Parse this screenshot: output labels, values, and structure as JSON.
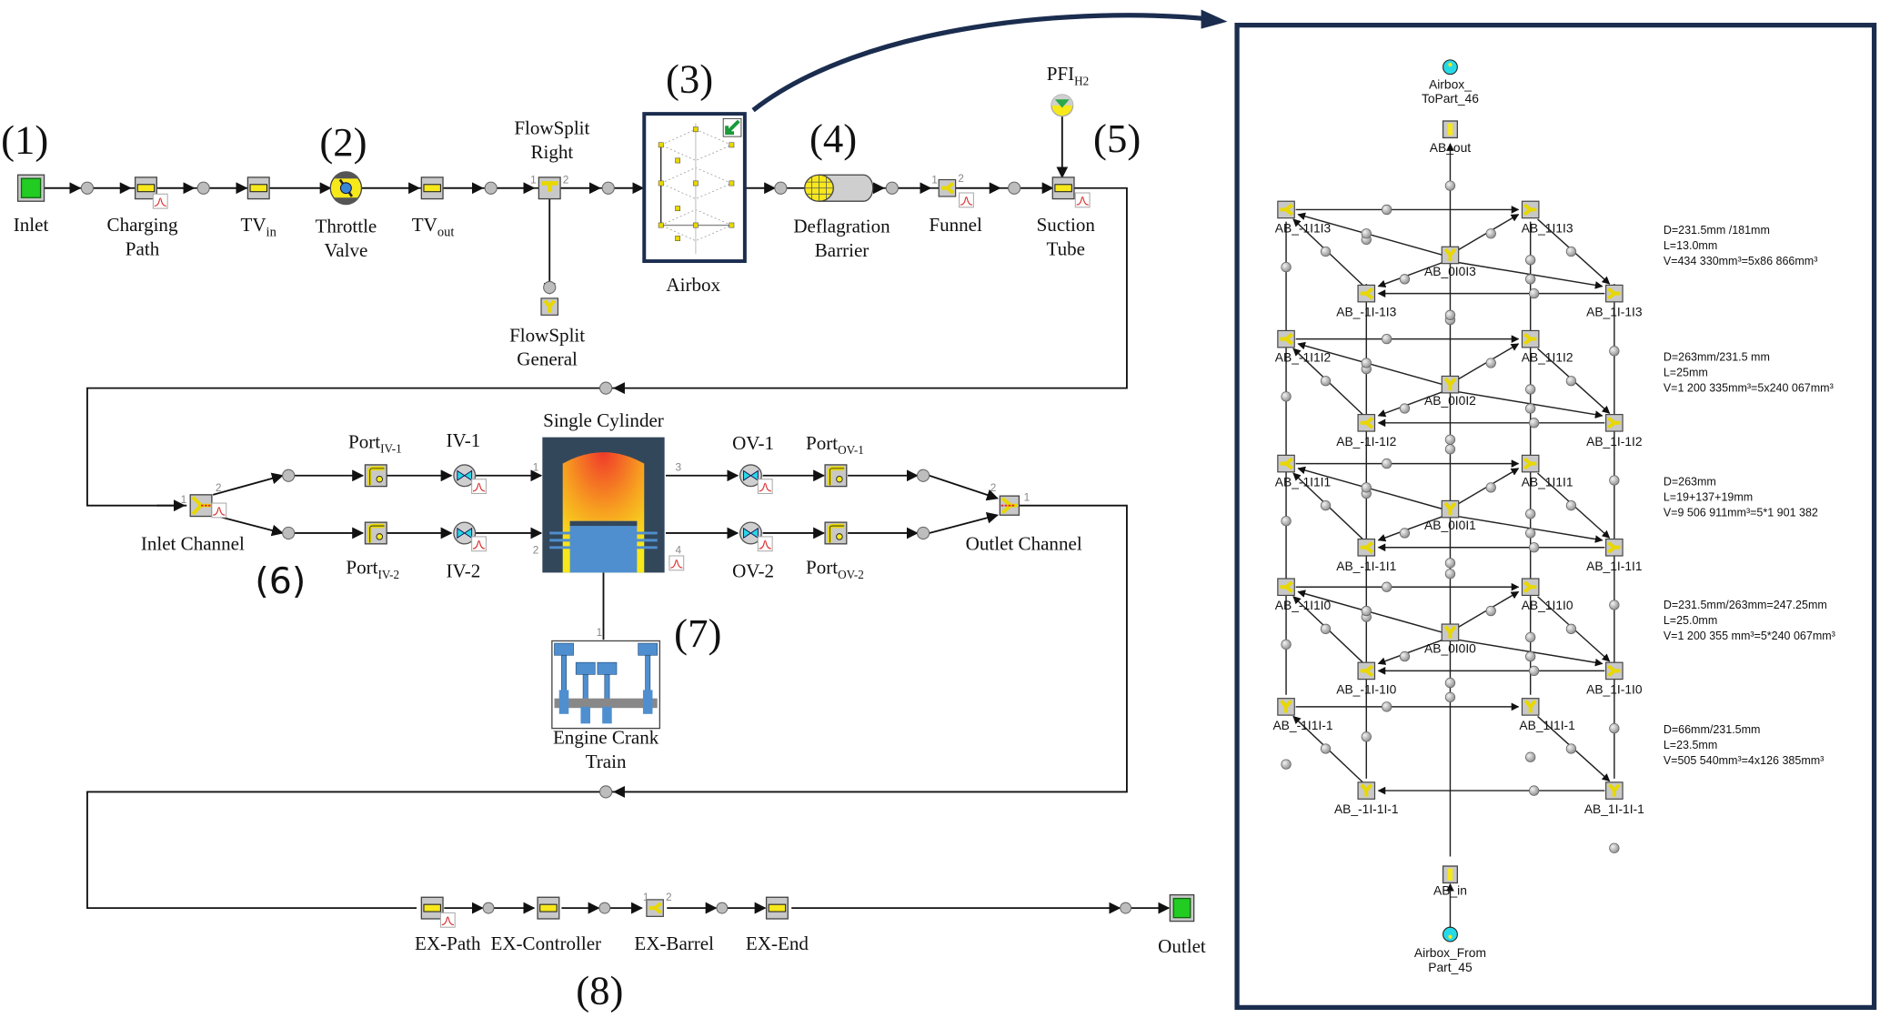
{
  "figure": {
    "section_numbers": [
      "(1)",
      "(2)",
      "(3)",
      "(4)",
      "(5)",
      "(6)",
      "(7)",
      "(8)"
    ],
    "colors": {
      "frame": "#1b2d4f",
      "yellow": "#f7e81c",
      "green": "#22cc22",
      "cylinder_bg": "#33475b",
      "piston": "#4f8fd0",
      "cyan": "#27d8e6"
    }
  },
  "intake": {
    "inlet": "Inlet",
    "charging_path": [
      "Charging",
      "Path"
    ],
    "tv_in": {
      "main": "TV",
      "sub": "in"
    },
    "throttle_valve": [
      "Throttle",
      "Valve"
    ],
    "tv_out": {
      "main": "TV",
      "sub": "out"
    },
    "flowsplit_right": [
      "FlowSplit",
      "Right"
    ],
    "flowsplit_general": [
      "FlowSplit",
      "General"
    ],
    "airbox": "Airbox",
    "deflagration_barrier": [
      "Deflagration",
      "Barrier"
    ],
    "funnel": "Funnel",
    "pfi": {
      "main": "PFI",
      "sub": "H2"
    },
    "suction_tube": [
      "Suction",
      "Tube"
    ]
  },
  "cylinder_section": {
    "inlet_channel": "Inlet Channel",
    "port_iv1": {
      "main": "Port",
      "sub": "IV-1"
    },
    "port_iv2": {
      "main": "Port",
      "sub": "IV-2"
    },
    "iv1": "IV-1",
    "iv2": "IV-2",
    "single_cylinder": "Single Cylinder",
    "ov1": "OV-1",
    "ov2": "OV-2",
    "port_ov1": {
      "main": "Port",
      "sub": "OV-1"
    },
    "port_ov2": {
      "main": "Port",
      "sub": "OV-2"
    },
    "outlet_channel": "Outlet Channel",
    "engine_crank_train": [
      "Engine Crank",
      "Train"
    ]
  },
  "exhaust": {
    "ex_path": "EX-Path",
    "ex_controller": "EX-Controller",
    "ex_barrel": "EX-Barrel",
    "ex_end": "EX-End",
    "outlet": "Outlet"
  },
  "port_numbers": {
    "one": "1",
    "two": "2",
    "three": "3",
    "four": "4"
  },
  "airbox_detail": {
    "top_connection": [
      "Airbox_",
      "ToPart_46"
    ],
    "ab_out": "AB_out",
    "ab_in": "AB_in",
    "bottom_connection": [
      "Airbox_From",
      "Part_45"
    ],
    "levels": [
      {
        "left": "AB_-1I1I3",
        "center": "AB_0I0I3",
        "right": "AB_1I1I3",
        "front_left": "AB_-1I-1I3",
        "front_right": "AB_1I-1I3"
      },
      {
        "left": "AB_-1I1I2",
        "center": "AB_0I0I2",
        "right": "AB_1I1I2",
        "front_left": "AB_-1I-1I2",
        "front_right": "AB_1I-1I2"
      },
      {
        "left": "AB_-1I1I1",
        "center": "AB_0I0I1",
        "right": "AB_1I1I1",
        "front_left": "AB_-1I-1I1",
        "front_right": "AB_1I-1I1"
      },
      {
        "left": "AB_-1I1I0",
        "center": "AB_0I0I0",
        "right": "AB_1I1I0",
        "front_left": "AB_-1I-1I0",
        "front_right": "AB_1I-1I0"
      },
      {
        "left": "AB_-1I1I-1",
        "right": "AB_1I1I-1",
        "front_left": "AB_-1I-1I-1",
        "front_right": "AB_1I-1I-1"
      }
    ],
    "notes": [
      [
        "D=231.5mm /181mm",
        "L=13.0mm",
        "V=434 330mm³=5x86 866mm³"
      ],
      [
        "D=263mm/231.5 mm",
        "L=25mm",
        "V=1 200 335mm³=5x240 067mm³"
      ],
      [
        "D=263mm",
        "L=19+137+19mm",
        "V=9 506 911mm³=5*1 901 382"
      ],
      [
        "D=231.5mm/263mm=247.25mm",
        "L=25.0mm",
        "V=1 200 355 mm³=5*240 067mm³"
      ],
      [
        "D=66mm/231.5mm",
        "L=23.5mm",
        "V=505 540mm³=4x126 385mm³"
      ]
    ]
  }
}
